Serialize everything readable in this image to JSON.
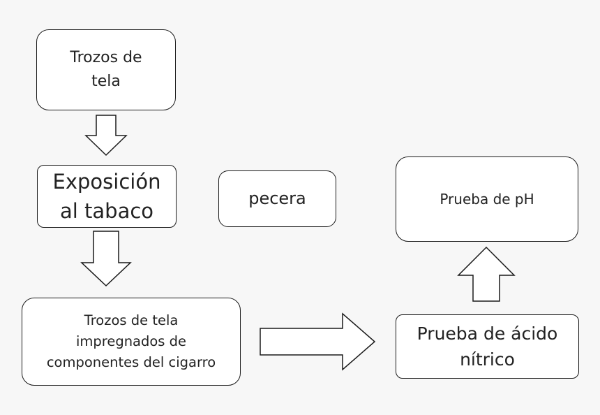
{
  "nodes": {
    "trozos_tela": {
      "lines": [
        "Trozos de",
        "tela"
      ]
    },
    "exposicion": {
      "lines": [
        "Exposición",
        "al tabaco"
      ]
    },
    "pecera": {
      "lines": [
        "pecera"
      ]
    },
    "impregnados": {
      "lines": [
        "Trozos de tela",
        "impregnados de",
        "componentes del cigarro"
      ]
    },
    "prueba_ph": {
      "lines": [
        "Prueba de pH"
      ]
    },
    "prueba_nitrico": {
      "lines": [
        "Prueba de ácido",
        "nítrico"
      ]
    }
  },
  "edges": [
    {
      "from": "trozos_tela",
      "to": "exposicion",
      "direction": "down"
    },
    {
      "from": "exposicion",
      "to": "impregnados",
      "direction": "down"
    },
    {
      "from": "impregnados",
      "to": "prueba_nitrico",
      "direction": "right"
    },
    {
      "from": "prueba_nitrico",
      "to": "prueba_ph",
      "direction": "up"
    }
  ],
  "colors": {
    "background": "#f7f7f7",
    "box_fill": "#ffffff",
    "stroke": "#1a1a1a",
    "text": "#222222"
  }
}
